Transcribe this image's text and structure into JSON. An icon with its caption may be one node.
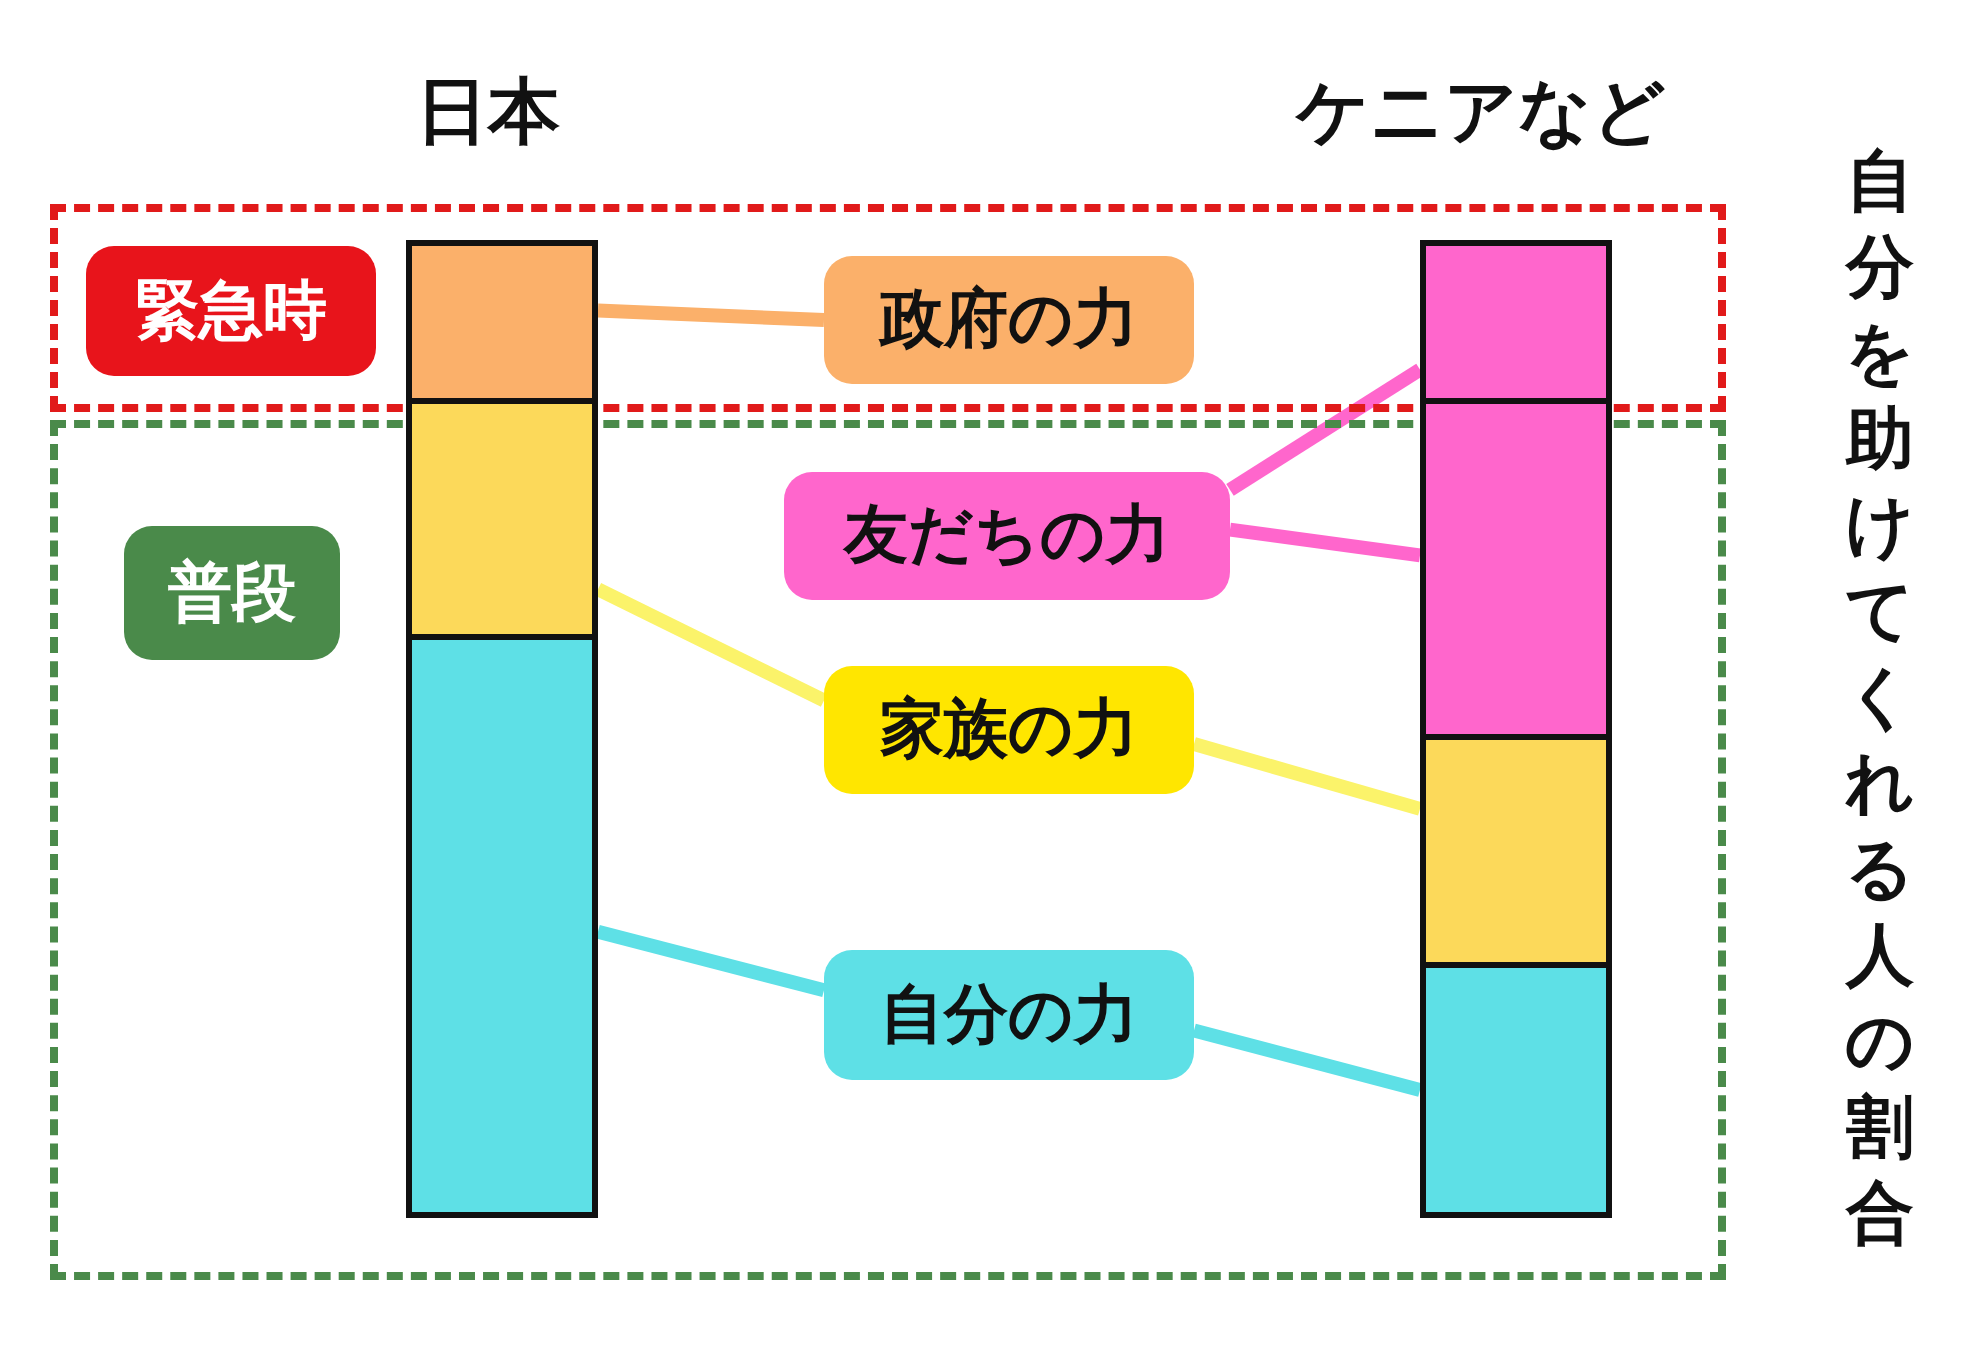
{
  "diagram": {
    "nodes": [
      {
        "text": [],
        "shape": "box"
      },
      {
        "text": [
          "緊急時"
        ],
        "in": 0
      },
      {
        "text": [],
        "shape": "box",
        "in": 0
      },
      {
        "text": [
          "政府の力"
        ],
        "in": 0
      },
      {
        "text": [],
        "shape": "box",
        "in": 0
      },
      {
        "text": [],
        "shape": "box"
      },
      {
        "text": [
          "普段"
        ],
        "in": 5
      },
      {
        "text": [],
        "shape": "box",
        "in": 5
      },
      {
        "text": [
          "友だちの力"
        ],
        "in": 5
      },
      {
        "text": [],
        "shape": "box",
        "in": 5
      },
      {
        "text": [
          "家族の力"
        ],
        "in": 5
      },
      {
        "text": [],
        "shape": "box",
        "in": 5
      },
      {
        "text": [],
        "shape": "box",
        "in": 5
      },
      {
        "text": [
          "自分の力"
        ],
        "in": 5
      },
      {
        "text": [],
        "shape": "box",
        "in": 5
      }
    ],
    "edges": [
      {
        "from": 2,
        "to": 3,
        "arrow": "none",
        "color": "#fbb06a"
      },
      {
        "from": 8,
        "to": 4,
        "arrow": "none",
        "color": "#ff66cc"
      },
      {
        "from": 8,
        "to": 9,
        "arrow": "none",
        "color": "#ff66cc"
      },
      {
        "from": 7,
        "to": 10,
        "arrow": "none",
        "color": "#fbf36a"
      },
      {
        "from": 10,
        "to": 12,
        "arrow": "none",
        "color": "#fbf36a"
      },
      {
        "from": 11,
        "to": 13,
        "arrow": "none",
        "color": "#5ee0e6"
      },
      {
        "from": 13,
        "to": 14,
        "arrow": "none",
        "color": "#5ee0e6"
      }
    ],
    "labels": [
      "日本",
      "ケニアなど",
      "自分を助けてくれる人の割合"
    ]
  }
}
